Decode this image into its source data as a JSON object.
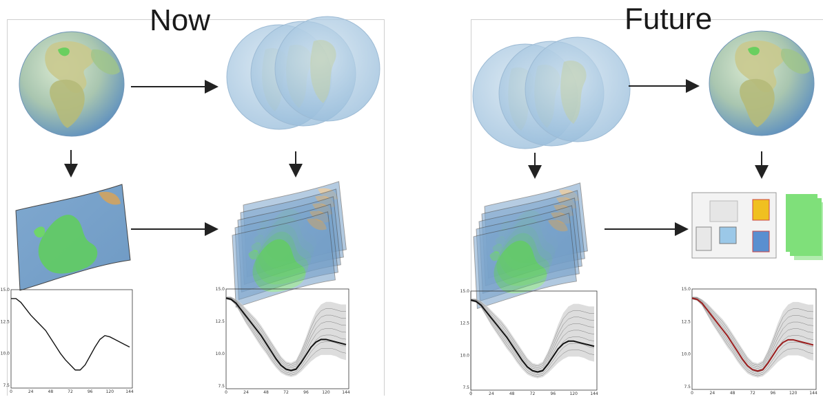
{
  "titles": {
    "now": "Now",
    "future": "Future"
  },
  "colors": {
    "ocean": "#8fb7d8",
    "ocean_dark": "#5d8fbf",
    "land": "#c9c98e",
    "land_green": "#7fbf6a",
    "map_sea": "#7fa8cf",
    "map_green": "#5fcf5a",
    "ensemble_blue": "#a9c9e6",
    "mean_line": "#111111",
    "future_mean": "#9b1c1c",
    "member_line": "#555555",
    "band": "#d4d4d4",
    "arrow": "#222222"
  },
  "icons": {
    "globe": "globe-icon",
    "ensemble_globes": "globe-stack-icon",
    "regional_map": "regional-map-icon",
    "map_stack": "regional-map-stack-icon",
    "impact_diagram": "impact-diagram-icon",
    "arrow": "arrow-icon"
  },
  "charts": {
    "y_ticks": [
      "15.0",
      "12.5",
      "10.0",
      "7.5"
    ],
    "x_ticks": [
      "0",
      "24",
      "48",
      "72",
      "96",
      "120",
      "144"
    ]
  },
  "chart_data": [
    {
      "type": "line",
      "panel": "now-observed",
      "x": [
        0,
        6,
        12,
        18,
        24,
        30,
        36,
        42,
        48,
        54,
        60,
        66,
        72,
        78,
        84,
        90,
        96,
        102,
        108,
        114,
        120,
        126,
        132,
        138,
        144
      ],
      "series": [
        {
          "values": [
            14.3,
            14.3,
            14.0,
            13.5,
            13.0,
            12.6,
            12.2,
            11.8,
            11.2,
            10.6,
            10.0,
            9.5,
            9.1,
            8.7,
            8.7,
            9.1,
            9.8,
            10.5,
            11.1,
            11.4,
            11.3,
            11.1,
            10.9,
            10.7,
            10.5
          ]
        }
      ],
      "ylim": [
        7.5,
        15.0
      ],
      "xlim": [
        0,
        144
      ],
      "grid": false
    },
    {
      "type": "line",
      "panel": "now-ensemble",
      "x": [
        0,
        6,
        12,
        18,
        24,
        30,
        36,
        42,
        48,
        54,
        60,
        66,
        72,
        78,
        84,
        90,
        96,
        102,
        108,
        114,
        120,
        126,
        132,
        138,
        144
      ],
      "band_low": [
        14.2,
        14.1,
        13.7,
        13.0,
        12.3,
        11.7,
        11.1,
        10.5,
        10.0,
        9.4,
        8.9,
        8.5,
        8.3,
        8.2,
        8.3,
        8.6,
        9.0,
        9.4,
        9.7,
        9.9,
        9.9,
        9.9,
        9.8,
        9.6,
        9.5
      ],
      "band_high": [
        14.4,
        14.4,
        14.2,
        13.9,
        13.5,
        13.1,
        12.7,
        12.2,
        11.6,
        11.0,
        10.4,
        9.8,
        9.4,
        9.3,
        9.5,
        10.3,
        11.3,
        12.4,
        13.3,
        13.8,
        14.0,
        14.0,
        13.9,
        13.8,
        13.8
      ],
      "series": [
        {
          "values": [
            14.3,
            14.2,
            13.9,
            13.4,
            12.9,
            12.4,
            11.9,
            11.4,
            10.8,
            10.2,
            9.6,
            9.1,
            8.8,
            8.7,
            8.8,
            9.3,
            9.9,
            10.5,
            10.9,
            11.1,
            11.1,
            11.0,
            10.9,
            10.8,
            10.7
          ]
        }
      ],
      "ylim": [
        7.5,
        15.0
      ],
      "xlim": [
        0,
        144
      ],
      "grid": false
    },
    {
      "type": "line",
      "panel": "future-ensemble",
      "x": [
        0,
        6,
        12,
        18,
        24,
        30,
        36,
        42,
        48,
        54,
        60,
        66,
        72,
        78,
        84,
        90,
        96,
        102,
        108,
        114,
        120,
        126,
        132,
        138,
        144
      ],
      "band_low": [
        14.2,
        14.1,
        13.7,
        13.0,
        12.3,
        11.7,
        11.1,
        10.5,
        10.0,
        9.4,
        8.9,
        8.5,
        8.3,
        8.2,
        8.3,
        8.6,
        9.0,
        9.4,
        9.7,
        9.9,
        9.9,
        9.9,
        9.8,
        9.6,
        9.5
      ],
      "band_high": [
        14.4,
        14.4,
        14.2,
        13.9,
        13.5,
        13.1,
        12.7,
        12.2,
        11.6,
        11.0,
        10.4,
        9.8,
        9.4,
        9.3,
        9.5,
        10.3,
        11.3,
        12.4,
        13.3,
        13.8,
        14.0,
        14.0,
        13.9,
        13.8,
        13.8
      ],
      "series": [
        {
          "values": [
            14.3,
            14.2,
            13.9,
            13.4,
            12.9,
            12.4,
            11.9,
            11.4,
            10.8,
            10.2,
            9.6,
            9.1,
            8.8,
            8.7,
            8.8,
            9.3,
            9.9,
            10.5,
            10.9,
            11.1,
            11.1,
            11.0,
            10.9,
            10.8,
            10.7
          ]
        }
      ],
      "ylim": [
        7.5,
        15.0
      ],
      "xlim": [
        0,
        144
      ],
      "grid": false
    },
    {
      "type": "line",
      "panel": "future-projection",
      "x": [
        0,
        6,
        12,
        18,
        24,
        30,
        36,
        42,
        48,
        54,
        60,
        66,
        72,
        78,
        84,
        90,
        96,
        102,
        108,
        114,
        120,
        126,
        132,
        138,
        144
      ],
      "band_low": [
        14.2,
        14.1,
        13.7,
        13.0,
        12.3,
        11.7,
        11.1,
        10.5,
        10.0,
        9.4,
        8.9,
        8.5,
        8.3,
        8.2,
        8.3,
        8.6,
        9.0,
        9.4,
        9.7,
        9.9,
        9.9,
        9.9,
        9.8,
        9.6,
        9.5
      ],
      "band_high": [
        14.4,
        14.4,
        14.2,
        13.9,
        13.5,
        13.1,
        12.7,
        12.2,
        11.6,
        11.0,
        10.4,
        9.8,
        9.4,
        9.3,
        9.5,
        10.3,
        11.3,
        12.4,
        13.3,
        13.8,
        14.0,
        14.0,
        13.9,
        13.8,
        13.8
      ],
      "series": [
        {
          "values": [
            14.3,
            14.2,
            13.9,
            13.4,
            12.9,
            12.4,
            11.9,
            11.4,
            10.8,
            10.2,
            9.6,
            9.1,
            8.8,
            8.7,
            8.8,
            9.3,
            9.9,
            10.5,
            10.9,
            11.1,
            11.1,
            11.0,
            10.9,
            10.8,
            10.7
          ]
        }
      ],
      "ylim": [
        7.5,
        15.0
      ],
      "xlim": [
        0,
        144
      ],
      "grid": false
    }
  ]
}
